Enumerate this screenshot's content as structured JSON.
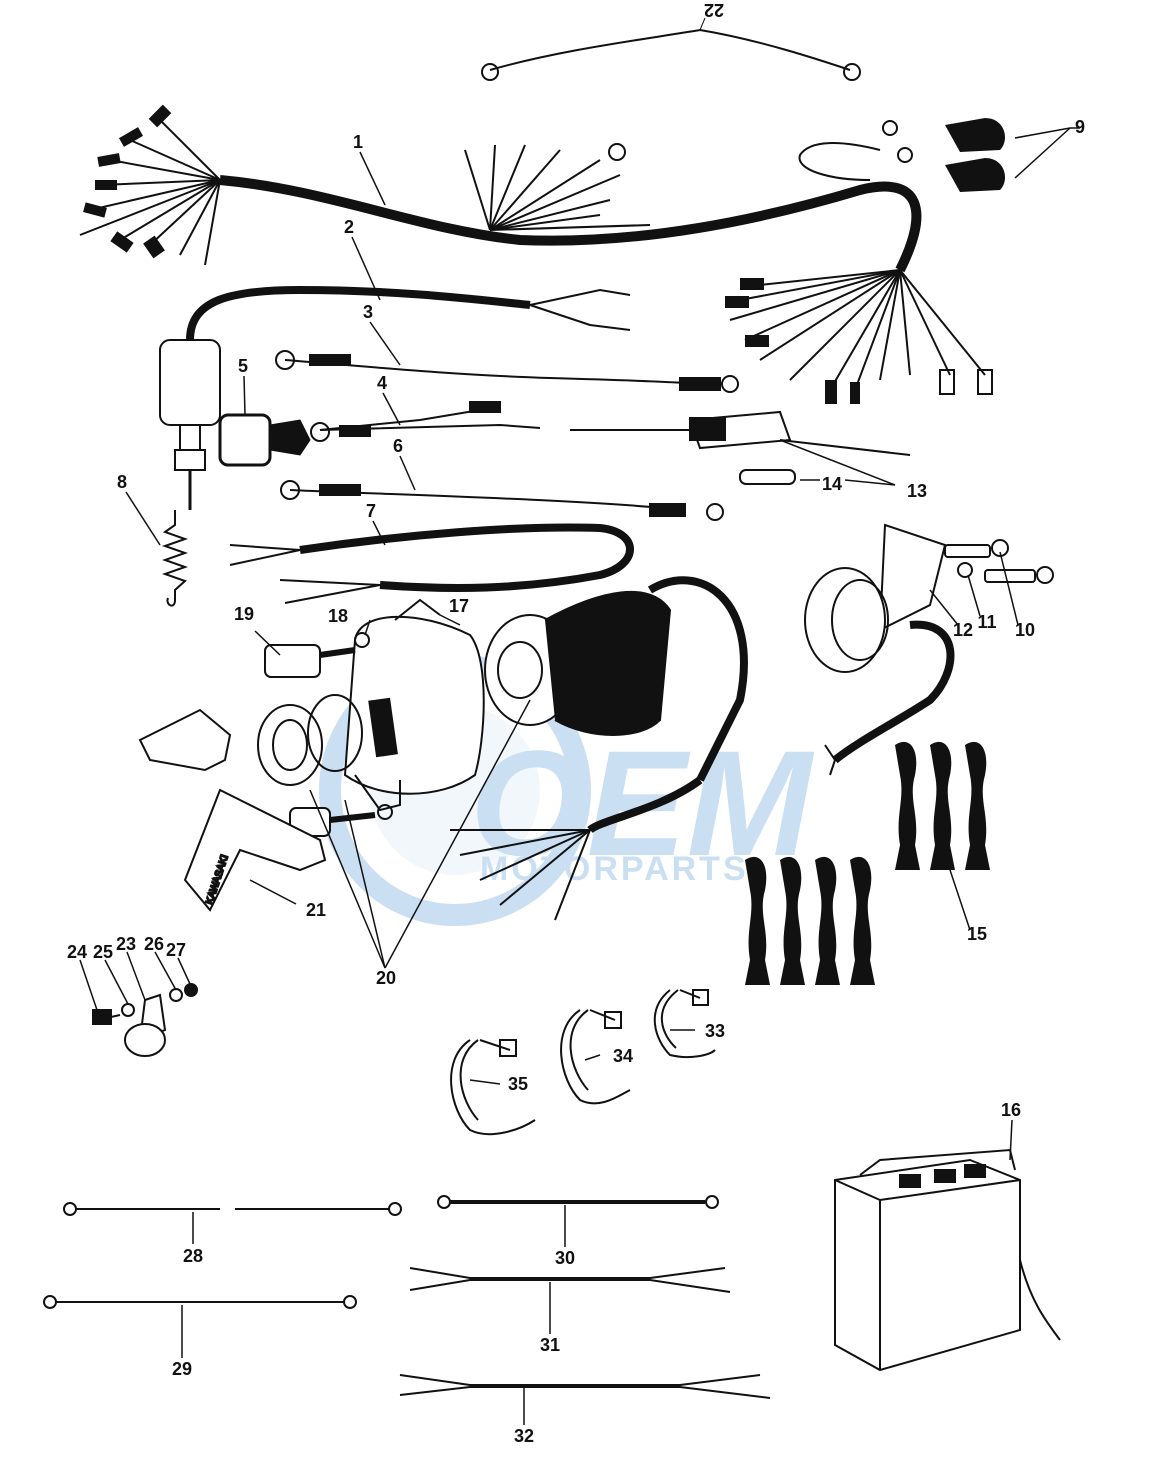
{
  "watermark": {
    "brand": "OEM",
    "sub": "MOTORPARTS",
    "color": "#9fc5e8"
  },
  "key_text": "KAWASAKI",
  "callouts": {
    "c1": "1",
    "c2": "2",
    "c3": "3",
    "c4": "4",
    "c5": "5",
    "c6": "6",
    "c7": "7",
    "c8": "8",
    "c9": "9",
    "c10": "10",
    "c11": "11",
    "c12": "12",
    "c13": "13",
    "c14": "14",
    "c15": "15",
    "c16": "16",
    "c17": "17",
    "c18": "18",
    "c19": "19",
    "c20": "20",
    "c21": "21",
    "c22": "22",
    "c23": "23",
    "c24": "24",
    "c25": "25",
    "c26": "26",
    "c27": "27",
    "c28": "28",
    "c29": "29",
    "c30": "30",
    "c31": "31",
    "c32": "32",
    "c33": "33",
    "c34": "34",
    "c35": "35"
  }
}
